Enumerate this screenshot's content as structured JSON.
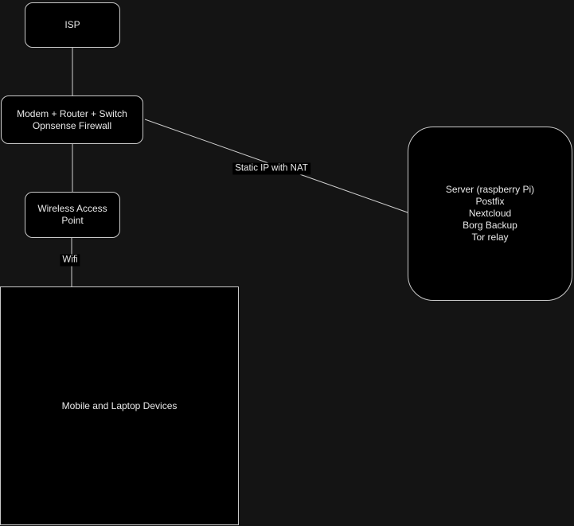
{
  "diagram": {
    "colors": {
      "background": "#141414",
      "node_fill": "#000000",
      "node_border": "#c9c9c9",
      "edge_line": "#cfcfcf",
      "text": "#e9e9e9",
      "edge_label_bg": "#000000"
    },
    "nodes": {
      "isp": {
        "label": "ISP"
      },
      "modem": {
        "lines": [
          "Modem + Router + Switch",
          "Opnsense Firewall"
        ]
      },
      "wap": {
        "label": "Wireless Access Point"
      },
      "devices": {
        "label": "Mobile and Laptop Devices"
      },
      "server": {
        "lines": [
          "Server (raspberry Pi)",
          "Postfix",
          "Nextcloud",
          "Borg Backup",
          "Tor relay"
        ]
      }
    },
    "edge_labels": {
      "static_ip": "Static IP with NAT",
      "wifi": "Wifi"
    }
  }
}
